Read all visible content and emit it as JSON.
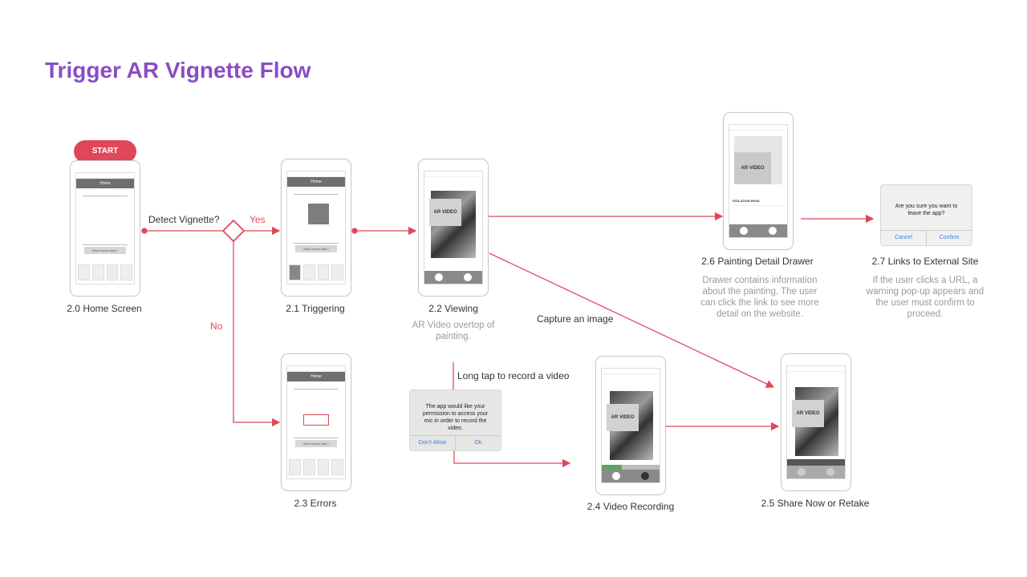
{
  "title": "Trigger AR Vignette Flow",
  "start": "START",
  "decision": {
    "question": "Detect Vignette?",
    "yes": "Yes",
    "no": "No"
  },
  "edges": {
    "capture": "Capture an image",
    "long_tap": "Long tap to record a video"
  },
  "screens": {
    "home": {
      "label": "2.0 Home Screen",
      "nav": "Home",
      "help": "Need some help?"
    },
    "triggering": {
      "label": "2.1 Triggering",
      "nav": "Home",
      "help": "Need some help?"
    },
    "viewing": {
      "label": "2.2 Viewing",
      "desc": "AR Video overtop of painting.",
      "card": "AR VIDEO"
    },
    "errors": {
      "label": "2.3 Errors",
      "nav": "Home",
      "help": "Need some help?"
    },
    "recording": {
      "label": "2.4 Video Recording",
      "card": "AR VIDEO"
    },
    "share": {
      "label": "2.5 Share Now or Retake",
      "card": "AR VIDEO"
    },
    "drawer": {
      "label": "2.6 Painting Detail Drawer",
      "desc": "Drawer contains information about the painting. The user can click the link to see more detail on the website.",
      "card": "AR VIDEO",
      "painting_title": "ISOLATION PEAK"
    },
    "external": {
      "label": "2.7 Links to External Site",
      "desc": "If the user clicks a URL, a warning pop-up appears and the user must confirm to proceed."
    }
  },
  "dialogs": {
    "mic": {
      "message": "The app would like your permission to access your mic in order to record the video.",
      "deny": "Don't Allow",
      "ok": "Ok"
    },
    "leave": {
      "message": "Are you sure you want to leave the app?",
      "cancel": "Cancel",
      "confirm": "Confirm"
    }
  },
  "colors": {
    "accent": "#e0475b",
    "title": "#8a4cc6"
  }
}
